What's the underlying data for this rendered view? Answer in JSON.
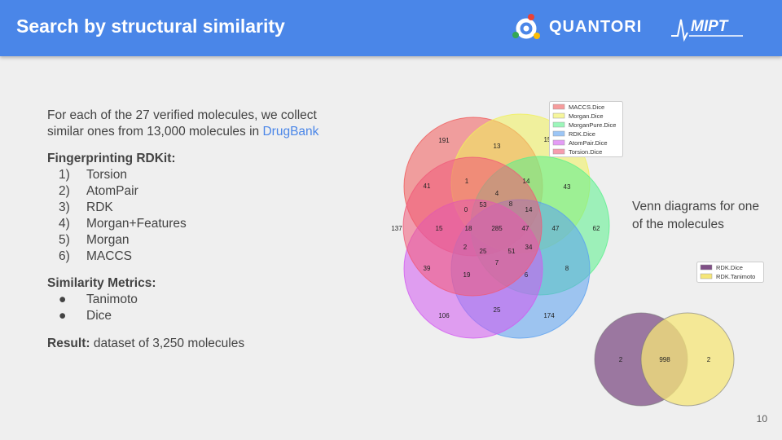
{
  "header": {
    "title": "Search by structural similarity",
    "logo_quantori": "QUANTORI",
    "logo_mipt": "MIPT"
  },
  "intro": {
    "text": "For each of the 27 verified molecules, we collect similar ones from 13,000 molecules in",
    "link": "DrugBank"
  },
  "fingerprinting": {
    "heading": "Fingerprinting RDKit:",
    "items": [
      {
        "num": "1)",
        "label": "Torsion"
      },
      {
        "num": "2)",
        "label": "AtomPair"
      },
      {
        "num": "3)",
        "label": "RDK"
      },
      {
        "num": "4)",
        "label": "Morgan+Features"
      },
      {
        "num": "5)",
        "label": "Morgan"
      },
      {
        "num": "6)",
        "label": "MACCS"
      }
    ]
  },
  "metrics": {
    "heading": "Similarity Metrics:",
    "bullet": "●",
    "items": [
      "Tanimoto",
      "Dice"
    ]
  },
  "result": {
    "label": "Result:",
    "text": " dataset of 3,250 molecules"
  },
  "venn_caption": "Venn diagrams for one of the molecules",
  "venn6": {
    "legend": [
      "MACCS.Dice",
      "Morgan.Dice",
      "MorganPure.Dice",
      "RDK.Dice",
      "AtomPair.Dice",
      "Torsion.Dice"
    ],
    "colors": [
      "#f05a5a",
      "#f0f05a",
      "#5af08c",
      "#5aa0f0",
      "#d25af0",
      "#f05a78"
    ],
    "regions": [
      "191",
      "13",
      "15",
      "41",
      "1",
      "14",
      "43",
      "4",
      "53",
      "8",
      "14",
      "137",
      "15",
      "0",
      "18",
      "285",
      "47",
      "47",
      "62",
      "2",
      "25",
      "51",
      "34",
      "39",
      "7",
      "8",
      "19",
      "6",
      "106",
      "25",
      "174"
    ]
  },
  "venn2": {
    "legend": [
      "RDK.Dice",
      "RDK.Tanimoto"
    ],
    "colors": [
      "#7f4f86",
      "#f5e678"
    ],
    "regions": [
      "2",
      "998",
      "2"
    ]
  },
  "page_number": "10"
}
